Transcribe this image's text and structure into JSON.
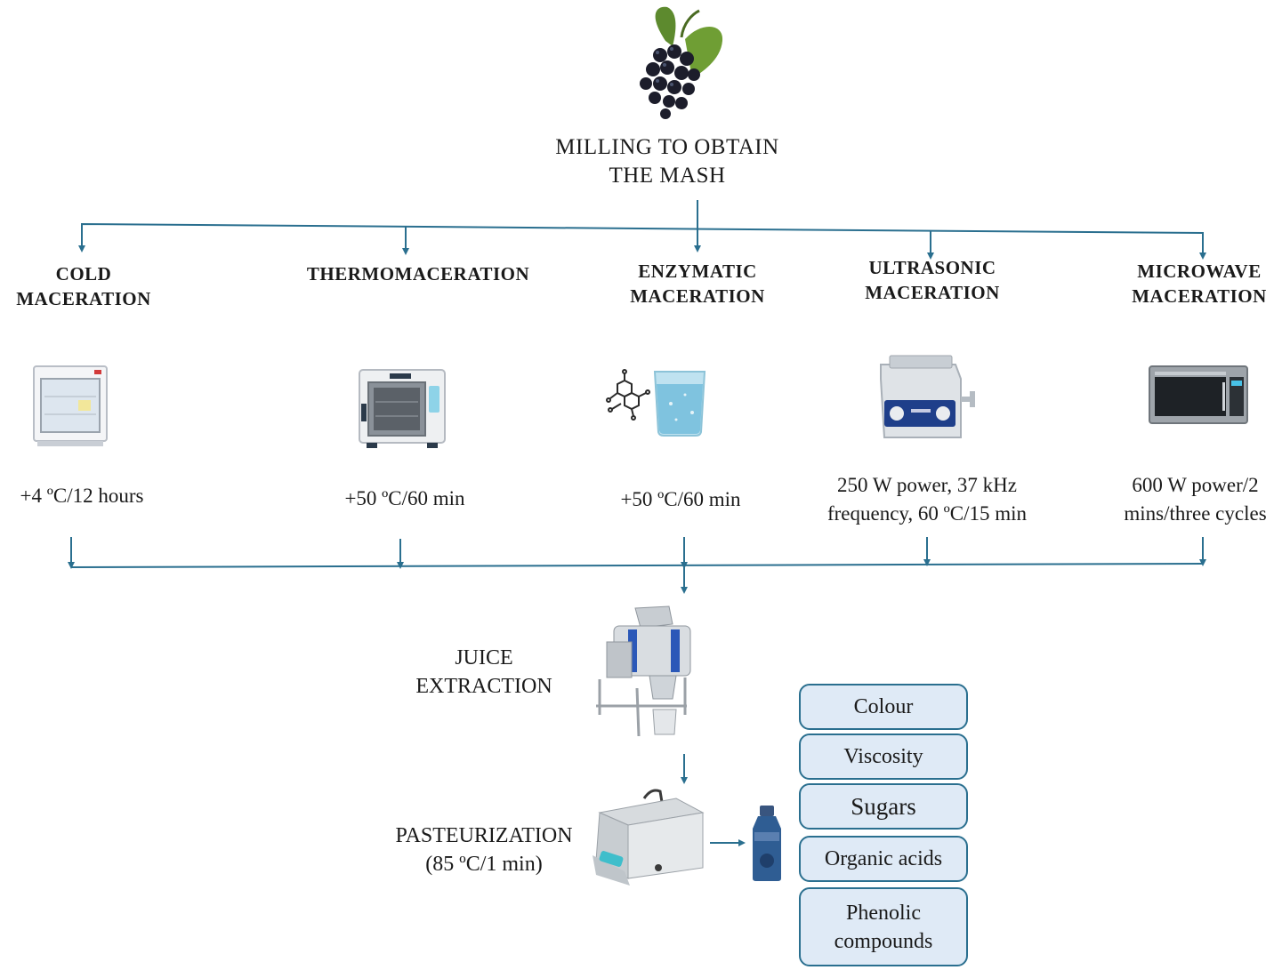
{
  "colors": {
    "line": "#2a6f8f",
    "box_fill": "#dfeaf6",
    "box_border": "#2a6f8f"
  },
  "start": {
    "title_line1": "MILLING TO OBTAIN",
    "title_line2": "THE MASH",
    "icon": "berries-icon"
  },
  "methods": [
    {
      "line1": "COLD",
      "line2": "MACERATION",
      "condition_line1": "+4 ºC/12 hours",
      "condition_line2": "",
      "icon": "refrigerator-icon"
    },
    {
      "line1": "THERMOMACERATION",
      "line2": "",
      "condition_line1": "+50 ºC/60 min",
      "condition_line2": "",
      "icon": "oven-icon"
    },
    {
      "line1": "ENZYMATIC",
      "line2": "MACERATION",
      "condition_line1": "+50 ºC/60 min",
      "condition_line2": "",
      "icon": "enzyme-beaker-icon"
    },
    {
      "line1": "ULTRASONIC",
      "line2": "MACERATION",
      "condition_line1": "250 W power, 37 kHz",
      "condition_line2": "frequency, 60 ºC/15 min",
      "icon": "ultrasonic-bath-icon"
    },
    {
      "line1": "MICROWAVE",
      "line2": "MACERATION",
      "condition_line1": "600 W power/2",
      "condition_line2": "mins/three cycles",
      "icon": "microwave-icon"
    }
  ],
  "juice": {
    "line1": "JUICE",
    "line2": "EXTRACTION",
    "icon": "juice-press-icon"
  },
  "pasteurization": {
    "line1": "PASTEURIZATION",
    "line2": "(85 ºC/1 min)",
    "icon": "water-bath-icon",
    "bottle_icon": "juice-bottle-icon"
  },
  "parameters": [
    "Colour",
    "Viscosity",
    "Sugars",
    "Organic acids",
    "Phenolic compounds"
  ]
}
